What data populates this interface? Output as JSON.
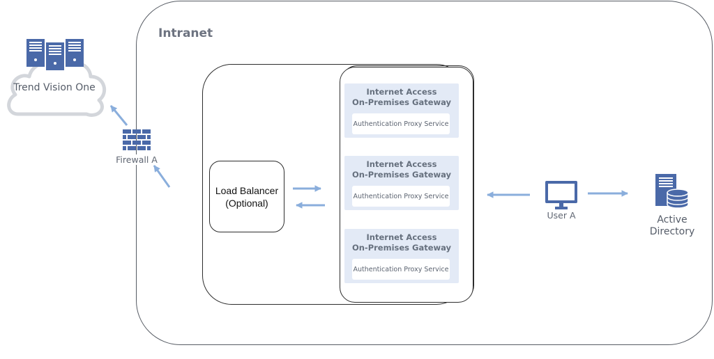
{
  "intranet": {
    "label": "Intranet"
  },
  "cloud": {
    "label": "Trend Vision One"
  },
  "firewall": {
    "label": "Firewall A"
  },
  "load_balancer": {
    "line1": "Load Balancer",
    "line2": "(Optional)"
  },
  "gateways": [
    {
      "title_line1": "Internet Access",
      "title_line2": "On-Premises Gateway",
      "service": "Authentication Proxy Service"
    },
    {
      "title_line1": "Internet Access",
      "title_line2": "On-Premises Gateway",
      "service": "Authentication Proxy Service"
    },
    {
      "title_line1": "Internet Access",
      "title_line2": "On-Premises Gateway",
      "service": "Authentication Proxy Service"
    }
  ],
  "user": {
    "label": "User A"
  },
  "active_directory": {
    "line1": "Active",
    "line2": "Directory"
  },
  "colors": {
    "icon": "#4a69a8",
    "arrow": "#8aaedc",
    "card": "#e3eaf6",
    "cloud_outline": "#d3d6db"
  }
}
